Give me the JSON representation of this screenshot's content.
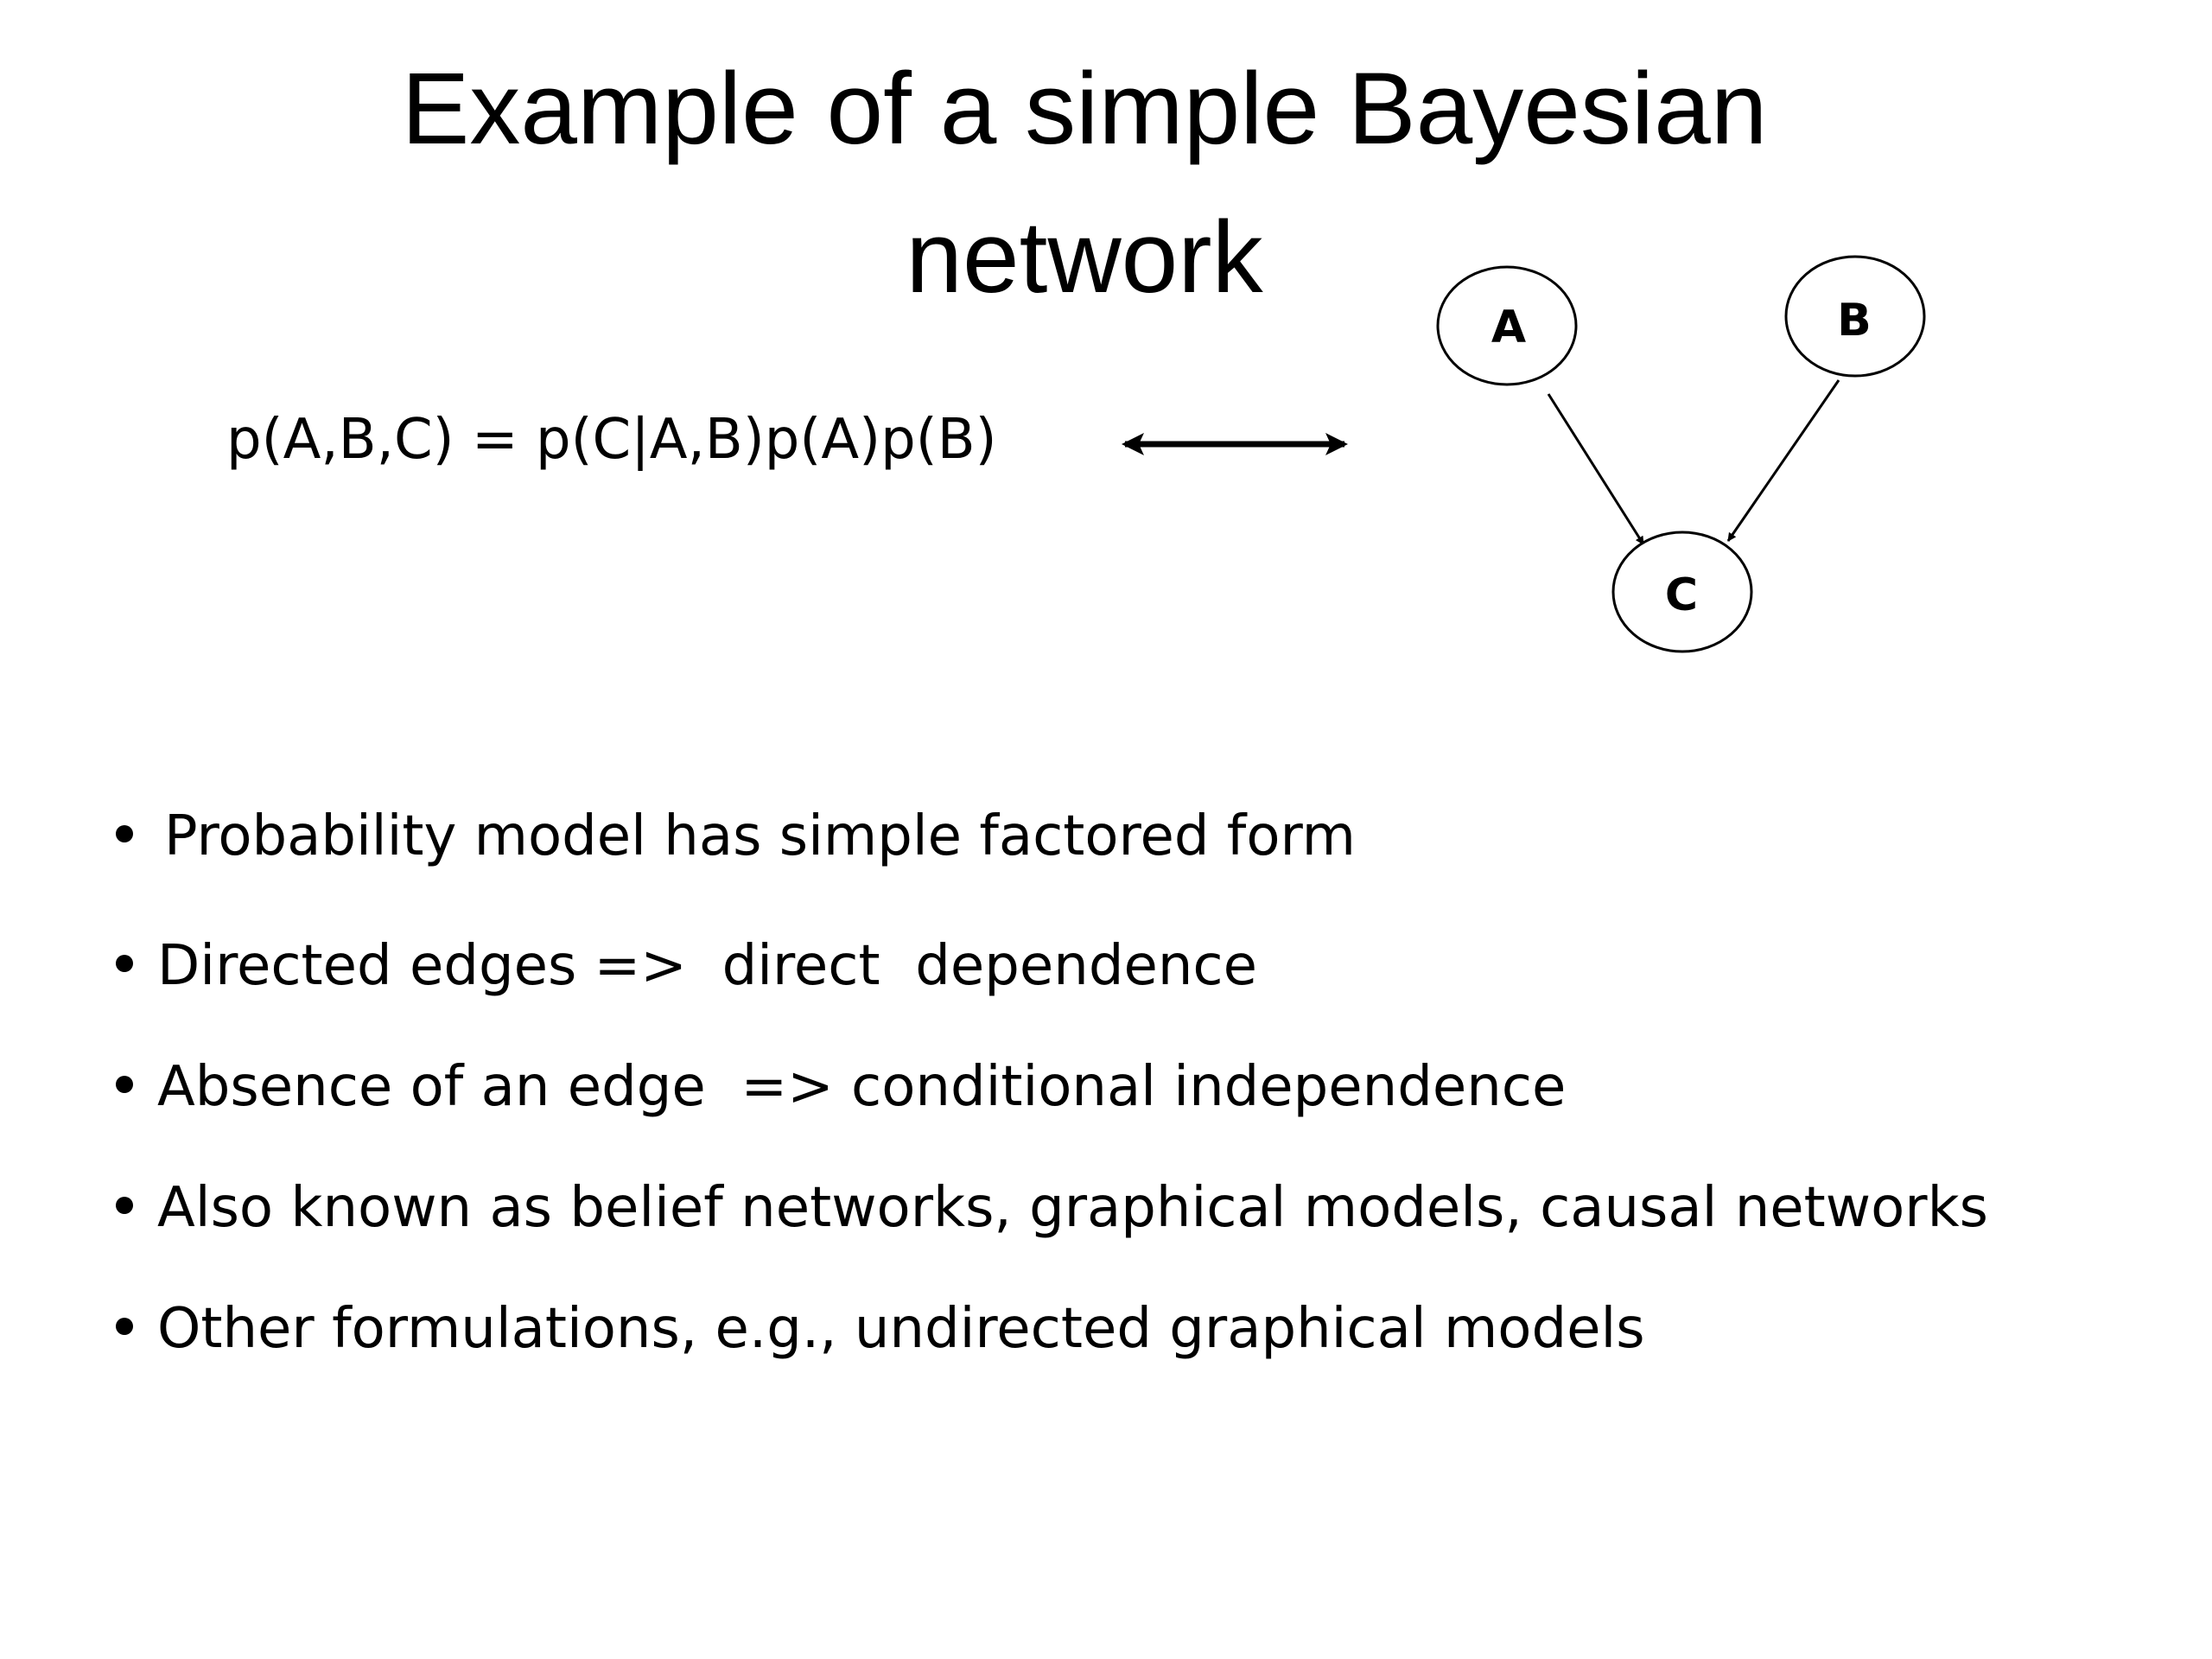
{
  "slide": {
    "title_line1": "Example of a simple Bayesian",
    "title_line2": "network",
    "formula": "p(A,B,C) = p(C|A,B)p(A)p(B)",
    "bullets": [
      "Probability model has simple factored form",
      "Directed edges =>  direct  dependence",
      "Absence of an edge  => conditional independence",
      "Also known as belief networks, graphical models, causal networks",
      "Other formulations, e.g., undirected graphical models"
    ]
  },
  "diagram": {
    "nodes": {
      "a": "A",
      "b": "B",
      "c": "C"
    }
  }
}
